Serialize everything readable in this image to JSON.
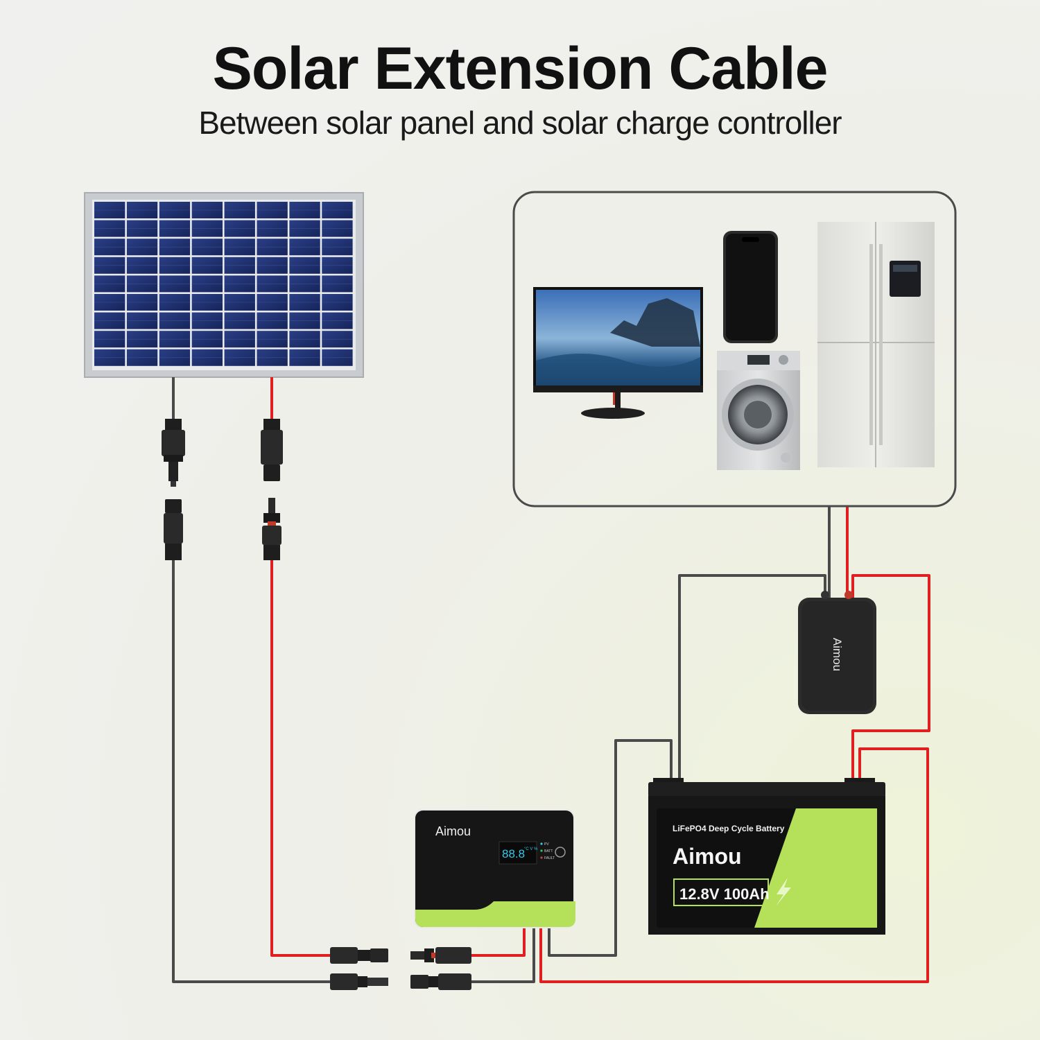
{
  "header": {
    "title": "Solar Extension Cable",
    "subtitle": "Between solar panel and solar charge controller"
  },
  "charge_controller": {
    "brand": "Aimou",
    "display": "88.8",
    "display_units": "°C V %",
    "indicators": [
      "PV",
      "BATT",
      "FAULT"
    ]
  },
  "battery": {
    "type_label": "LiFePO4 Deep Cycle Battery",
    "brand": "Aimou",
    "rating": "12.8V 100Ah"
  },
  "inverter": {
    "brand": "Aimou"
  },
  "appliances": [
    "monitor",
    "smartphone",
    "washing-machine",
    "refrigerator"
  ],
  "colors": {
    "positive_wire": "#e02020",
    "negative_wire": "#4a4a4a",
    "accent_green": "#b5e05a",
    "panel_cell": "#1d2f6b"
  }
}
